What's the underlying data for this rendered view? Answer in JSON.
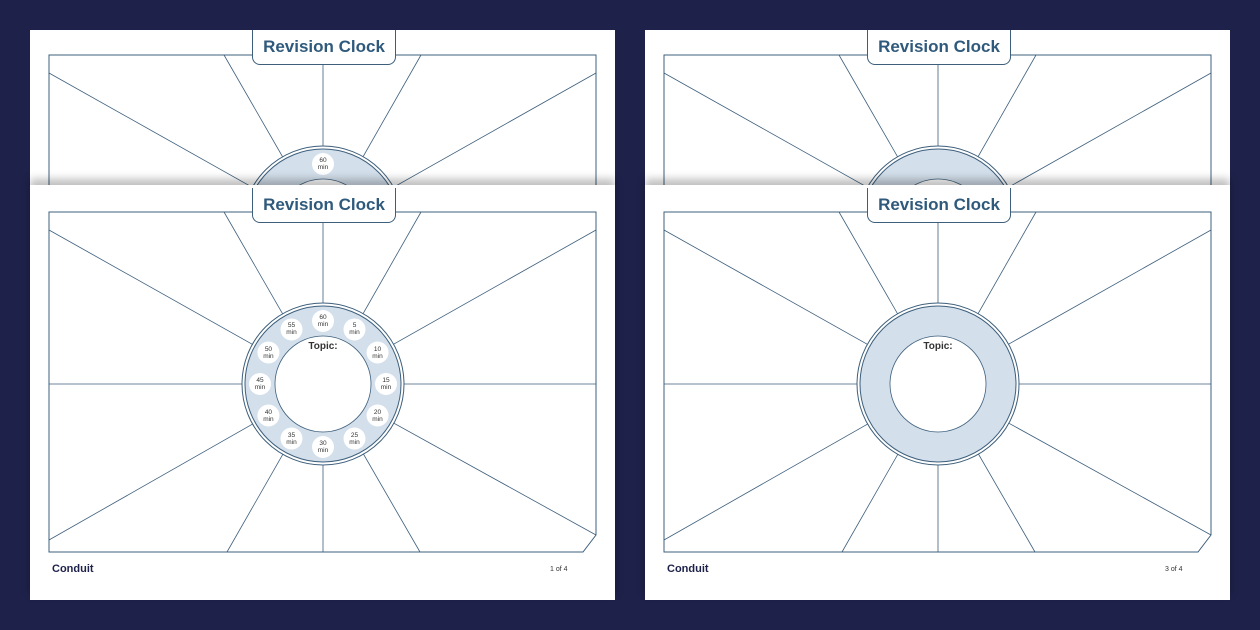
{
  "sheets": [
    {
      "title": "Revision Clock",
      "topic_label": "Topic:",
      "brand": "Conduit",
      "page_number": "1 of 4",
      "has_minutes": true
    },
    {
      "title": "Revision Clock",
      "topic_label": "Topic:",
      "brand": "Conduit",
      "page_number": "3 of 4",
      "has_minutes": false
    }
  ],
  "minute_labels": [
    "60\nmin",
    "5\nmin",
    "10\nmin",
    "15\nmin",
    "20\nmin",
    "25\nmin",
    "30\nmin",
    "35\nmin",
    "40\nmin",
    "45\nmin",
    "50\nmin",
    "55\nmin"
  ],
  "colors": {
    "background": "#1e2149",
    "line": "#3d5f7c",
    "ring_fill": "#d3dfeb",
    "title": "#2f5a7c"
  }
}
